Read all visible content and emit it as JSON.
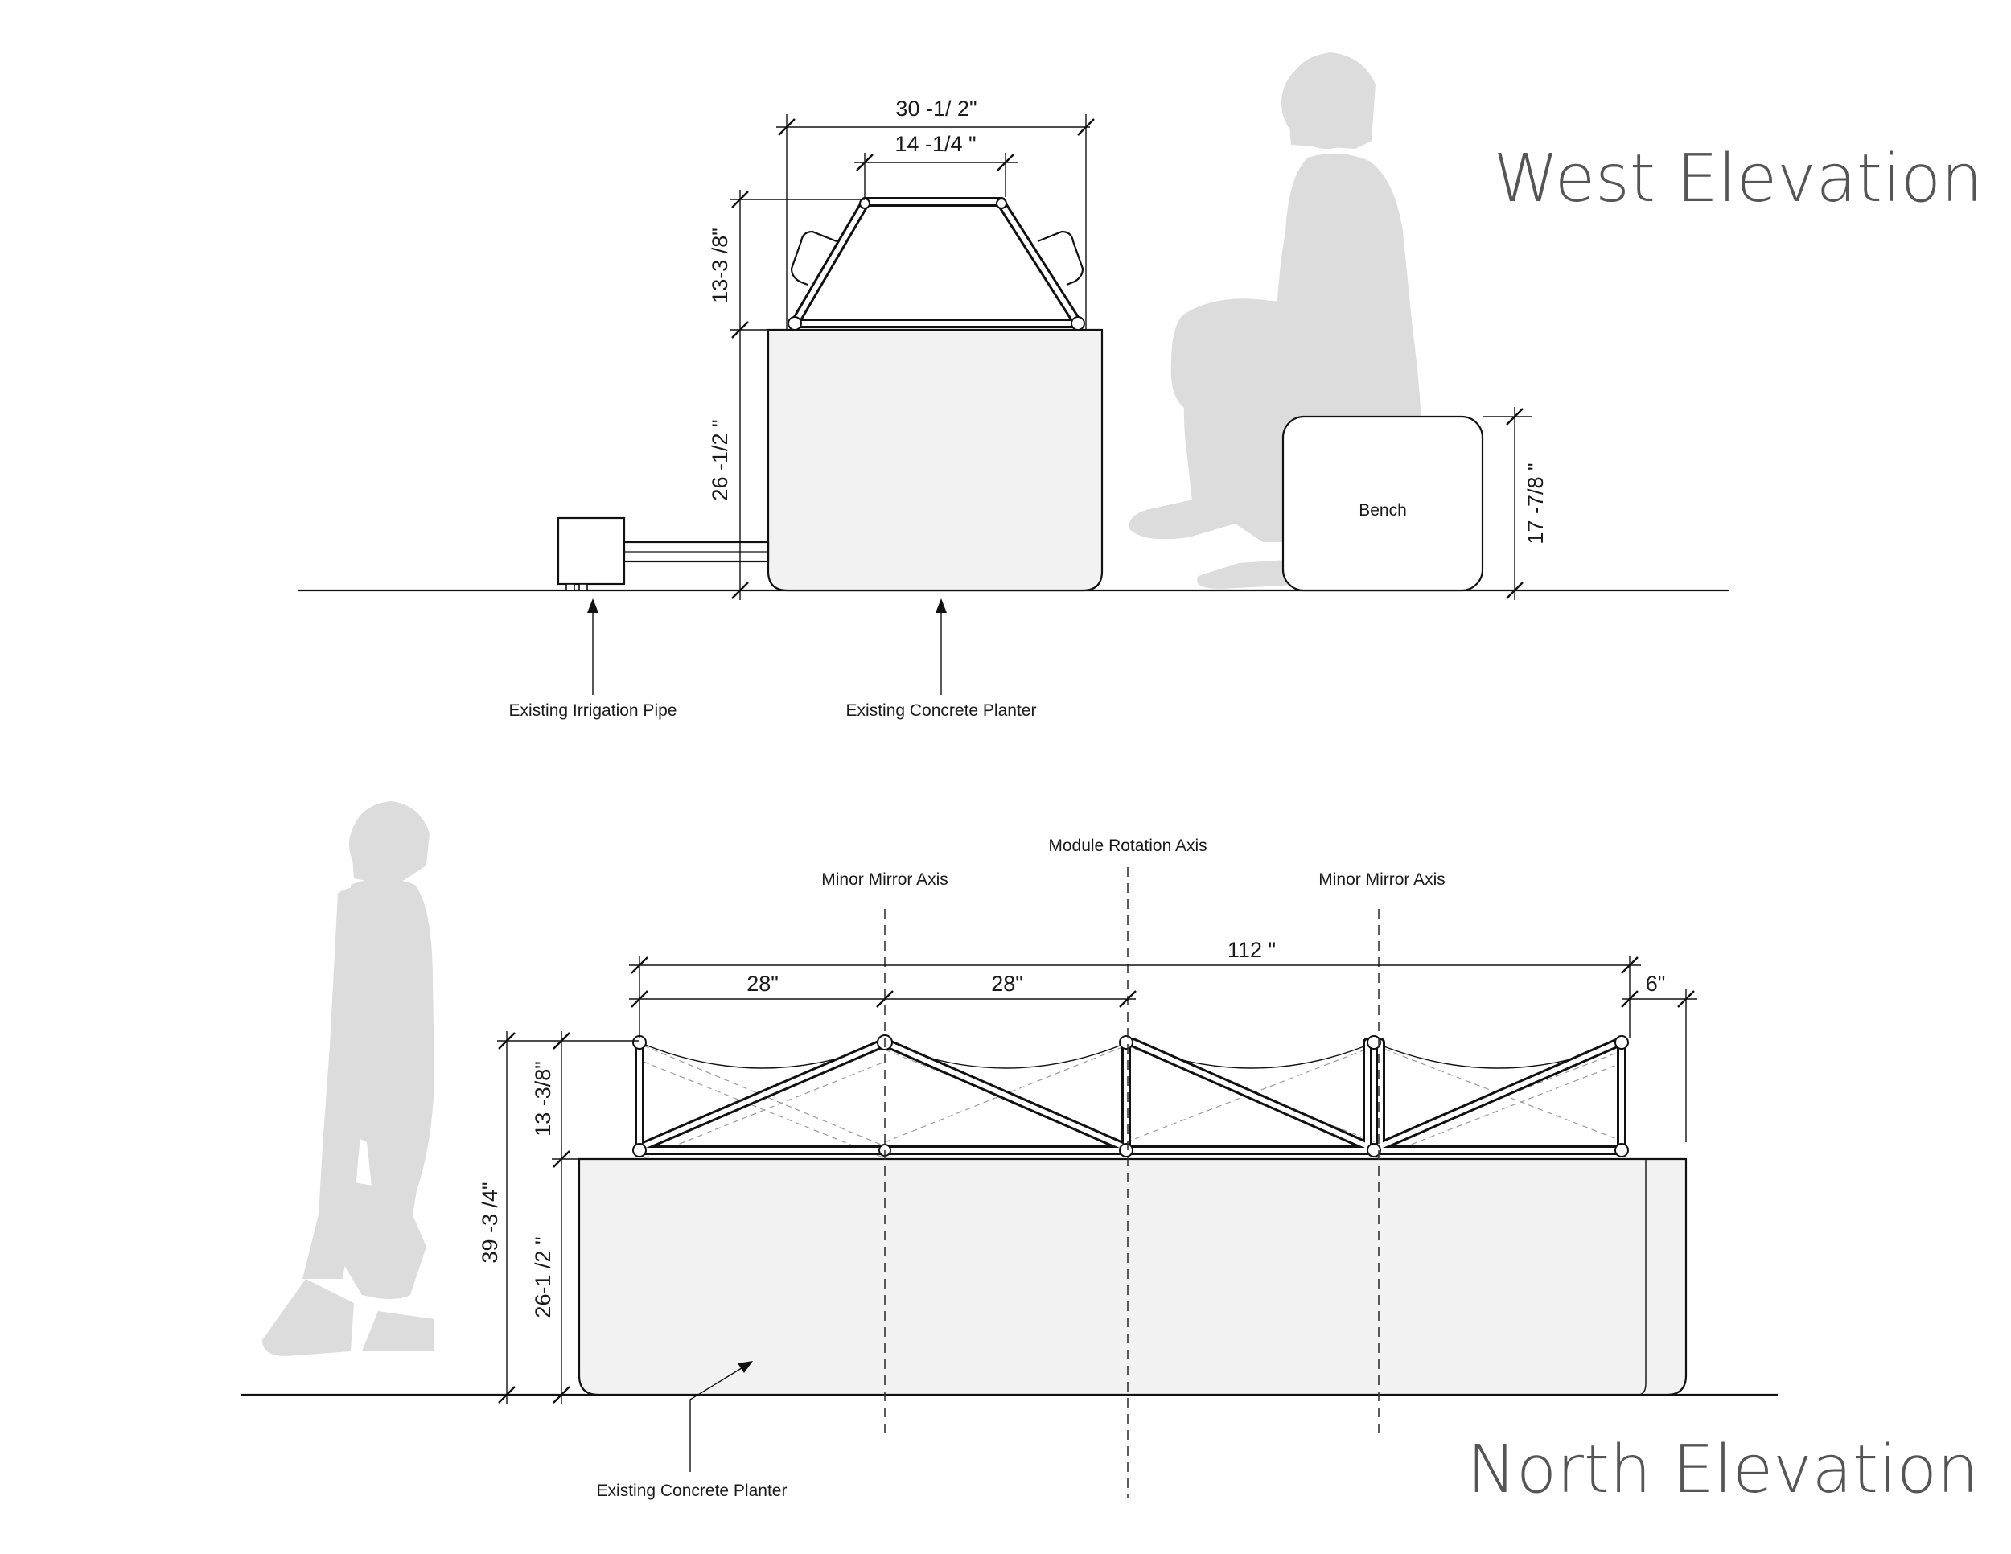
{
  "west": {
    "title": "West Elevation",
    "dims": {
      "top_width": "30 -1/ 2\"",
      "inner_width": "14 -1/4 \"",
      "frame_height": "13-3 /8\"",
      "planter_height": "26 -1/2 \"",
      "bench_height": "17 -7/8 \""
    },
    "labels": {
      "bench": "Bench",
      "irrigation": "Existing Irrigation Pipe",
      "planter": "Existing Concrete Planter"
    }
  },
  "north": {
    "title": "North Elevation",
    "dims": {
      "total_width": "112 \"",
      "module_a": "28\"",
      "module_b": "28\"",
      "offset": "6\"",
      "frame_height": "13 -3/8\"",
      "total_height": "39 -3 /4\"",
      "planter_height": "26-1 /2 \""
    },
    "labels": {
      "module_axis": "Module Rotation Axis",
      "mirror_left": "Minor Mirror Axis",
      "mirror_right": "Minor Mirror Axis",
      "planter": "Existing Concrete Planter"
    }
  }
}
